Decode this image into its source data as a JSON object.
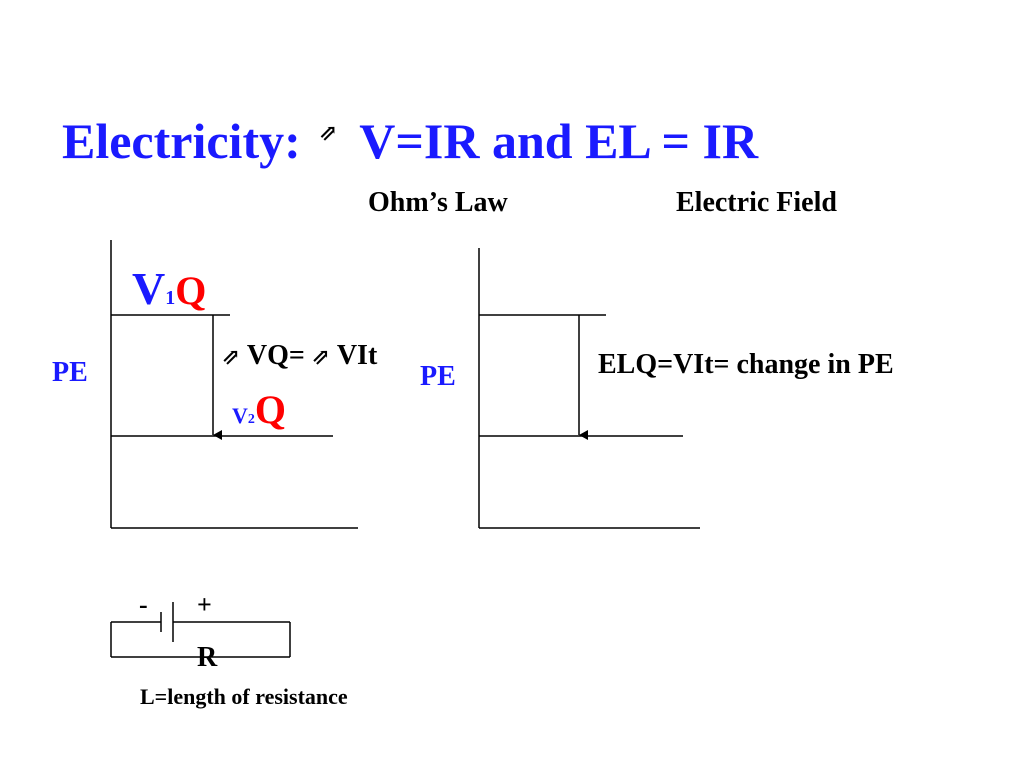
{
  "title": {
    "lead": "Electricity:",
    "symbol": "⇗",
    "formula": "V=IR and  EL = IR"
  },
  "captions": {
    "ohms_law": "Ohm’s Law",
    "electric_field": "Electric Field"
  },
  "left_diagram": {
    "axis_label": "PE",
    "top_level": {
      "v": "V",
      "sub": "1",
      "q": "Q"
    },
    "bottom_level": {
      "v": "V",
      "sub": "2",
      "q": "Q"
    },
    "equation": {
      "sym1": "⇗",
      "part1": " VQ= ",
      "sym2": "⇗",
      "part2": " VIt"
    }
  },
  "right_diagram": {
    "axis_label": "PE",
    "equation": "ELQ=VIt= change in PE"
  },
  "circuit": {
    "minus": "-",
    "plus": "+",
    "resistor": "R",
    "caption": "L=length of resistance"
  },
  "colors": {
    "title": "#1a1aff",
    "charge": "#ff0000",
    "pe": "#1a1aff"
  }
}
